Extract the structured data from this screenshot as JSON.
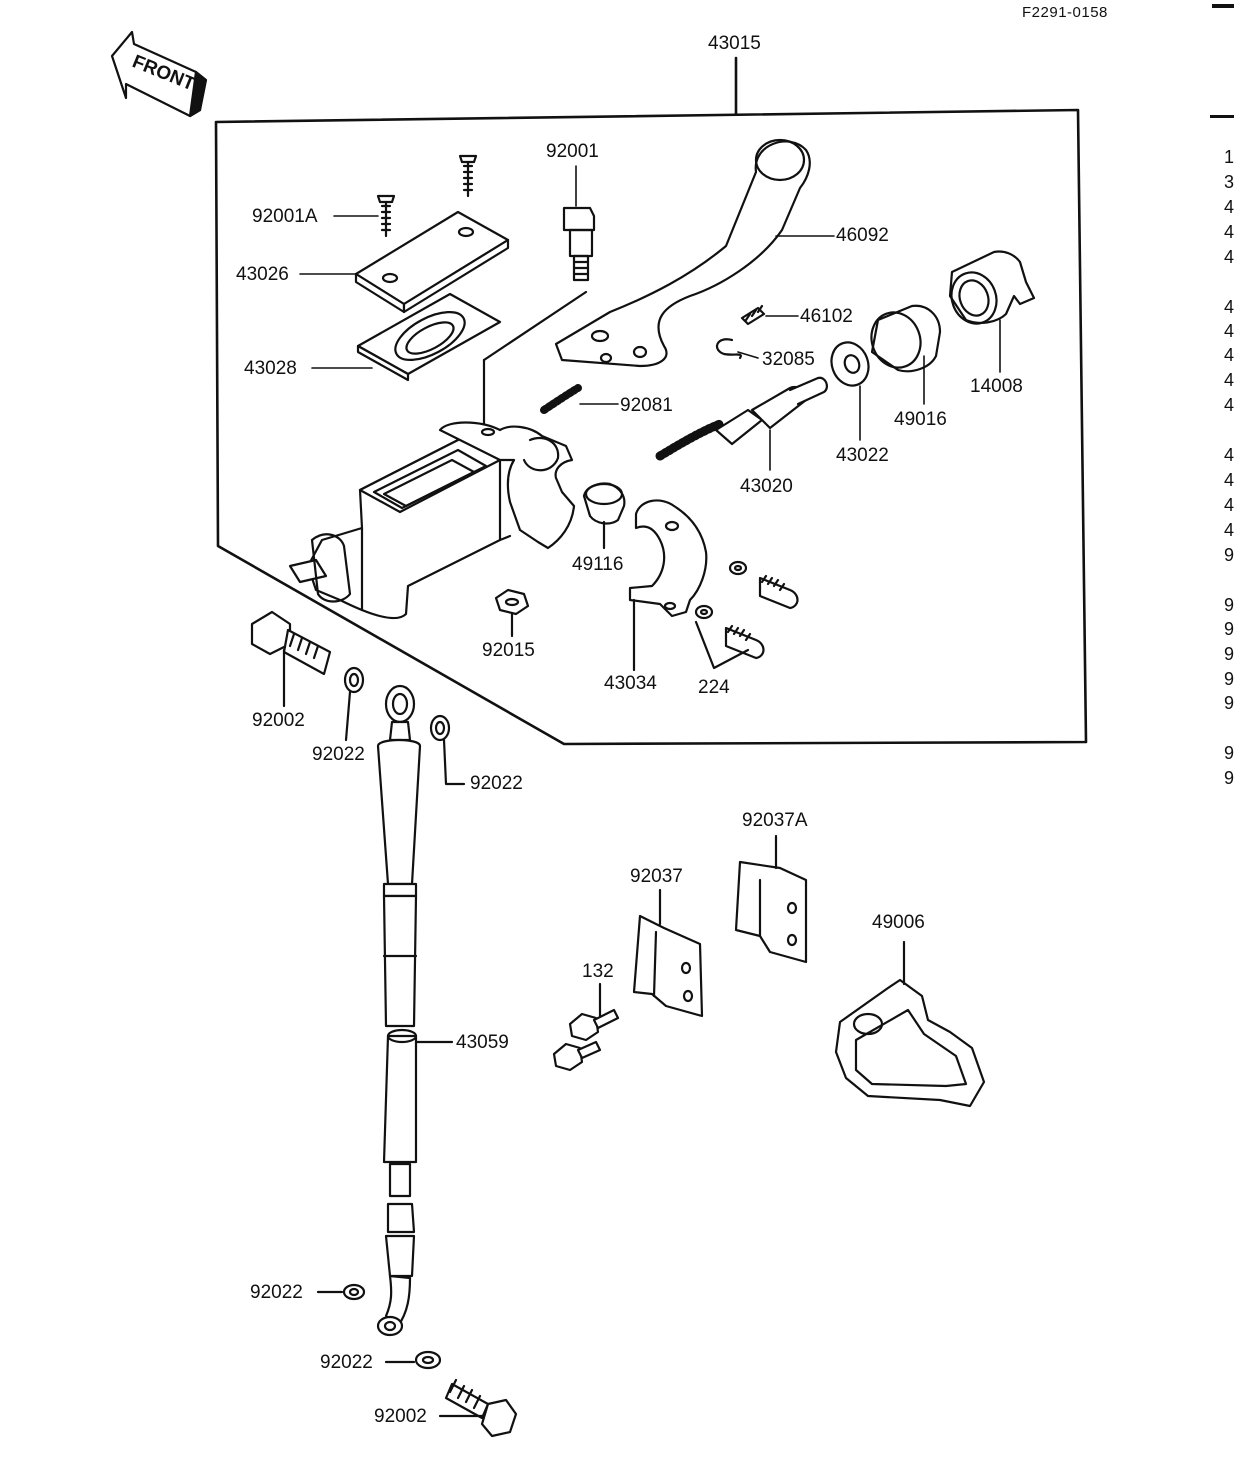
{
  "document_code": "F2291-0158",
  "front_sign": "FRONT",
  "labels": {
    "assembly": "43015",
    "bolt_top": "92001",
    "screw": "92001A",
    "cap": "43026",
    "diaphragm": "43028",
    "lever": "46092",
    "lever_screw": "46102",
    "clip": "32085",
    "spring": "92081",
    "dust_boot": "14008",
    "boot_holder": "49016",
    "piston_washer": "43022",
    "piston": "43020",
    "cap_seal": "49116",
    "nut": "92015",
    "clamp": "43034",
    "clamp_bolts": "224",
    "banjo_bolt_upper": "92002",
    "washer_a": "92022",
    "washer_b": "92022",
    "hose": "43059",
    "washer_c": "92022",
    "washer_d": "92022",
    "banjo_bolt_lower": "92002",
    "clamp_plate_a": "92037A",
    "clamp_plate": "92037",
    "bolts": "132",
    "cover": "49006"
  },
  "edge_glyphs": [
    "1",
    "3",
    "4",
    "4",
    "4",
    "4",
    "4",
    "4",
    "4",
    "4",
    "4",
    "4",
    "4",
    "4",
    "9",
    "9",
    "9",
    "9",
    "9",
    "9",
    "9",
    "9"
  ]
}
